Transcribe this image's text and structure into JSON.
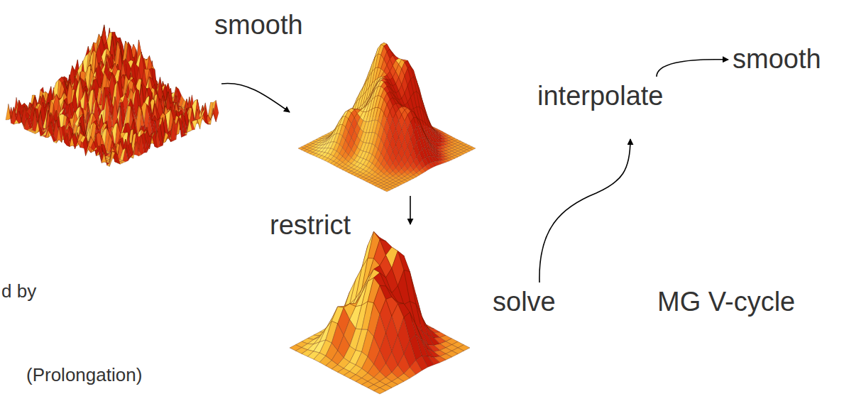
{
  "diagram": {
    "labels": [
      "smooth",
      "smooth",
      "interpolate",
      "restrict",
      "d by",
      "solve",
      "MG V-cycle",
      "(Prolongation)"
    ]
  }
}
